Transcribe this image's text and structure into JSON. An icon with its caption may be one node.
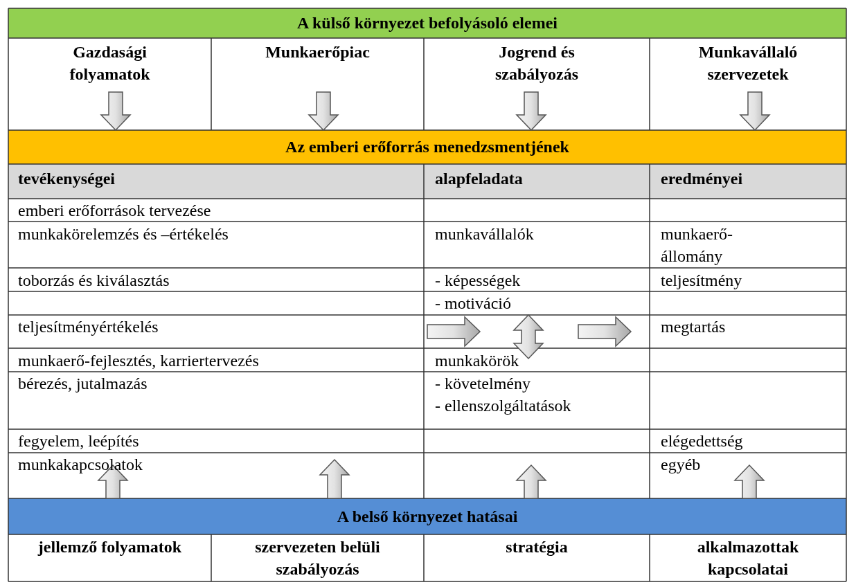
{
  "diagram": {
    "nodes": [
      {
        "text": [
          "A külső környezet befolyásoló elemei"
        ]
      },
      {
        "text": [
          "Gazdasági folyamatok"
        ]
      },
      {
        "text": [
          "Munkaerőpiac"
        ]
      },
      {
        "text": [
          "Jogrend és szabályozás"
        ]
      },
      {
        "text": [
          "Munkavállaló szervezetek"
        ]
      },
      {
        "text": [
          "Az emberi erőforrás menedzsmentjének"
        ]
      },
      {
        "text": [
          "A belső környezet hatásai"
        ]
      },
      {
        "text": [
          "jellemző folyamatok"
        ]
      },
      {
        "text": [
          "szervezeten belüli szabályozás"
        ]
      },
      {
        "text": [
          "stratégia"
        ]
      },
      {
        "text": [
          "alkalmazottak kapcsolatai"
        ]
      }
    ],
    "edges": [
      {
        "from": 1,
        "to": 5,
        "arrow": "to"
      },
      {
        "from": 2,
        "to": 5,
        "arrow": "to"
      },
      {
        "from": 3,
        "to": 5,
        "arrow": "to"
      },
      {
        "from": 4,
        "to": 5,
        "arrow": "to"
      },
      {
        "from": 6,
        "to": null,
        "arrow": "to"
      },
      {
        "from": 6,
        "to": null,
        "arrow": "to"
      },
      {
        "from": 6,
        "to": null,
        "arrow": "to"
      },
      {
        "from": 6,
        "to": null,
        "arrow": "to"
      }
    ],
    "labels": [
      "tevékenységei",
      "alapfeladata",
      "eredményei",
      "emberi erőforrások tervezése",
      "munkakörelemzés és –értékelés",
      "munkavállalók",
      "munkaerő- állomány",
      "toborzás és kiválasztás",
      "- képességek",
      "teljesítmény",
      "- motiváció",
      "teljesítményértékelés",
      "megtartás",
      "munkaerő-fejlesztés, karriertervezés",
      "munkakörök",
      "bérezés, jutalmazás",
      "- követelmény",
      "- ellenszolgáltatások",
      "fegyelem, leépítés",
      "elégedettség",
      "munkakapcsolatok",
      "egyéb"
    ]
  }
}
